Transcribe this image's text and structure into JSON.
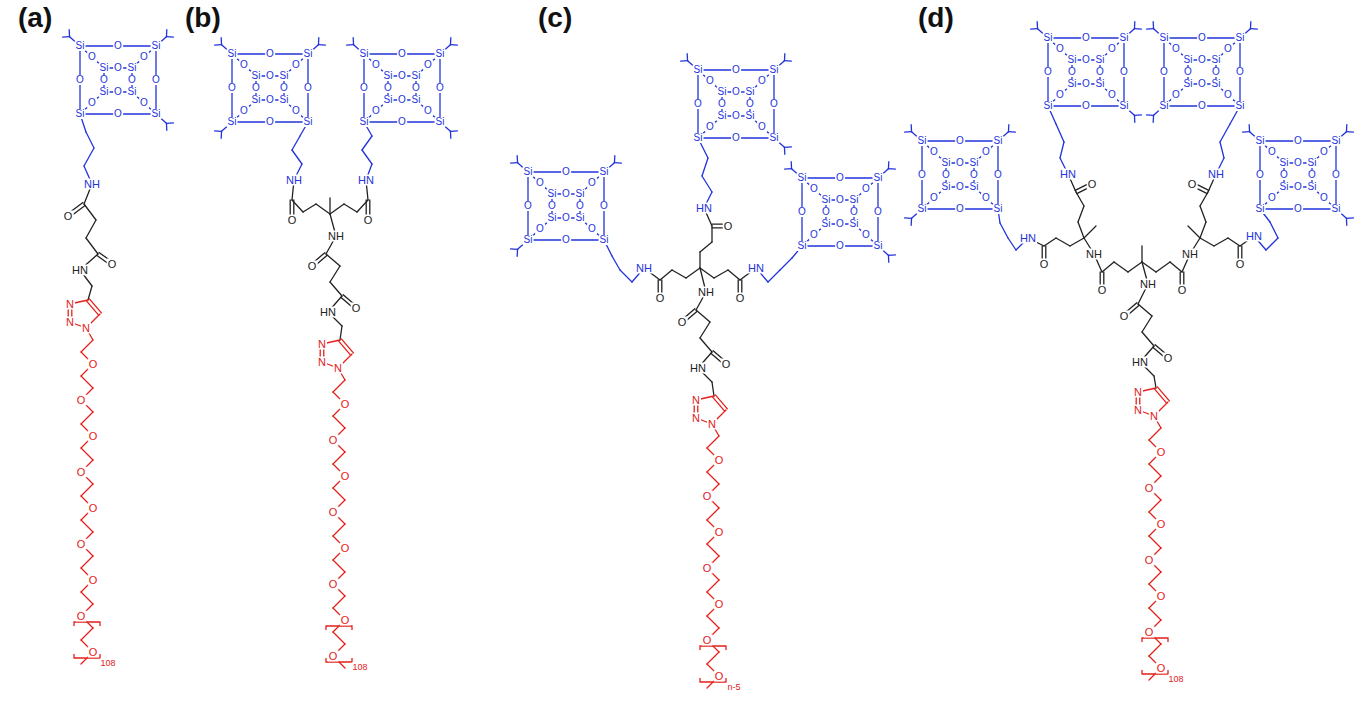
{
  "diagram": {
    "labels": [
      "(a)",
      "Si",
      "Si",
      "Si",
      "Si",
      "Si",
      "Si",
      "Si",
      "Si",
      "O",
      "O",
      "O",
      "O",
      "O",
      "O",
      "O",
      "O",
      "O",
      "O",
      "O",
      "O",
      "NH",
      "O",
      "O",
      "HN",
      "N",
      "N",
      "N",
      "O",
      "O",
      "O",
      "O",
      "O",
      "O",
      "O",
      "O",
      "O",
      "108",
      "(b)",
      "Si",
      "Si",
      "Si",
      "Si",
      "Si",
      "Si",
      "Si",
      "Si",
      "O",
      "O",
      "O",
      "O",
      "O",
      "O",
      "O",
      "O",
      "O",
      "O",
      "O",
      "O",
      "Si",
      "Si",
      "Si",
      "Si",
      "Si",
      "Si",
      "Si",
      "Si",
      "O",
      "O",
      "O",
      "O",
      "O",
      "O",
      "O",
      "O",
      "O",
      "O",
      "O",
      "O",
      "NH",
      "HN",
      "O",
      "O",
      "NH",
      "O",
      "O",
      "HN",
      "N",
      "N",
      "N",
      "O",
      "O",
      "O",
      "O",
      "O",
      "O",
      "O",
      "O",
      "108",
      "(c)",
      "Si",
      "Si",
      "Si",
      "Si",
      "Si",
      "Si",
      "Si",
      "Si",
      "O",
      "O",
      "O",
      "O",
      "O",
      "O",
      "O",
      "O",
      "O",
      "O",
      "O",
      "O",
      "Si",
      "Si",
      "Si",
      "Si",
      "Si",
      "Si",
      "Si",
      "Si",
      "O",
      "O",
      "O",
      "O",
      "O",
      "O",
      "O",
      "O",
      "O",
      "O",
      "O",
      "O",
      "Si",
      "Si",
      "Si",
      "Si",
      "Si",
      "Si",
      "Si",
      "Si",
      "O",
      "O",
      "O",
      "O",
      "O",
      "O",
      "O",
      "O",
      "O",
      "O",
      "O",
      "O",
      "HN",
      "NH",
      "HN",
      "O",
      "O",
      "O",
      "NH",
      "O",
      "O",
      "HN",
      "N",
      "N",
      "N",
      "O",
      "O",
      "O",
      "O",
      "O",
      "O",
      "O",
      "n-5",
      "(d)",
      "Si",
      "Si",
      "Si",
      "Si",
      "Si",
      "Si",
      "Si",
      "Si",
      "O",
      "O",
      "O",
      "O",
      "O",
      "O",
      "O",
      "O",
      "O",
      "O",
      "O",
      "O",
      "Si",
      "Si",
      "Si",
      "Si",
      "Si",
      "Si",
      "Si",
      "Si",
      "O",
      "O",
      "O",
      "O",
      "O",
      "O",
      "O",
      "O",
      "O",
      "O",
      "O",
      "O",
      "Si",
      "Si",
      "Si",
      "Si",
      "Si",
      "Si",
      "Si",
      "Si",
      "O",
      "O",
      "O",
      "O",
      "O",
      "O",
      "O",
      "O",
      "O",
      "O",
      "O",
      "O",
      "Si",
      "Si",
      "Si",
      "Si",
      "Si",
      "Si",
      "Si",
      "Si",
      "O",
      "O",
      "O",
      "O",
      "O",
      "O",
      "O",
      "O",
      "O",
      "O",
      "O",
      "O",
      "HN",
      "HN",
      "NH",
      "HN",
      "O",
      "O",
      "O",
      "O",
      "NH",
      "NH",
      "O",
      "O",
      "NH",
      "O",
      "O",
      "HN",
      "N",
      "N",
      "N",
      "O",
      "O",
      "O",
      "O",
      "O",
      "O",
      "O",
      "108"
    ]
  }
}
